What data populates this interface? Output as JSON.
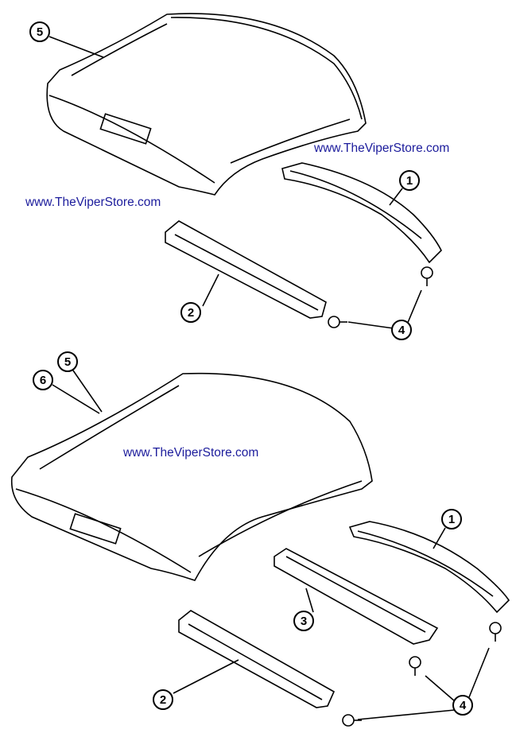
{
  "watermarks": [
    "www.TheViperStore.com",
    "www.TheViperStore.com",
    "www.TheViperStore.com"
  ],
  "top_diagram": {
    "callouts": [
      "5",
      "1",
      "2",
      "4"
    ]
  },
  "bottom_diagram": {
    "callouts": [
      "6",
      "5",
      "1",
      "3",
      "2",
      "4"
    ]
  }
}
